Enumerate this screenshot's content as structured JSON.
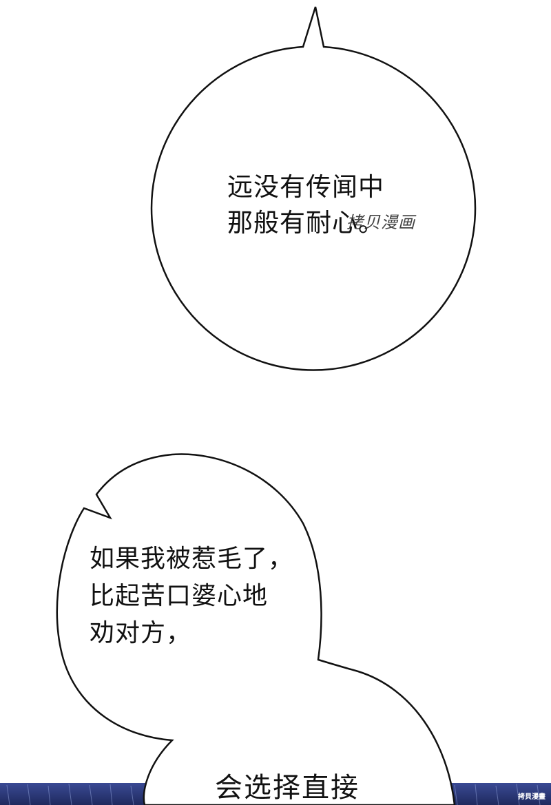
{
  "bubbles": [
    {
      "lines": "远没有传闻中\n那般有耐心。"
    },
    {
      "lines": "如果我被惹毛了，\n比起苦口婆心地\n劝对方，"
    },
    {
      "lines": "会选择直接"
    }
  ],
  "watermarks": {
    "center": "拷贝漫画",
    "corner": "拷貝漫畫"
  },
  "colors": {
    "background": "#ffffff",
    "bubble_fill": "#ffffff",
    "bubble_stroke": "#111111",
    "bottom_strip": "#2c3a78",
    "text": "#111111"
  }
}
